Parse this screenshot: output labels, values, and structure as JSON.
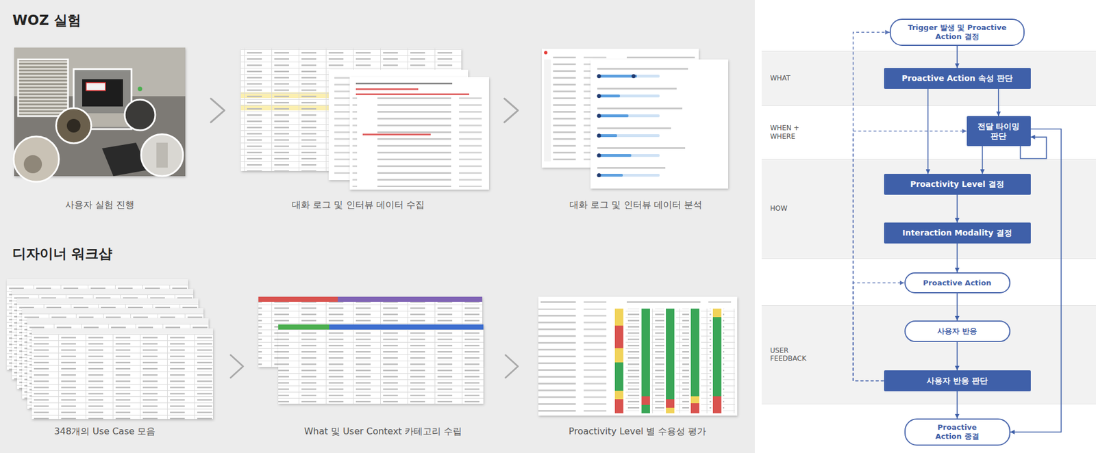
{
  "diagram": {
    "nodes": [
      {
        "text": [
          "Trigger 발생 및 Proactive Action 결정"
        ]
      },
      {
        "text": [
          "WHAT"
        ]
      },
      {
        "text": [
          "Proactive Action 속성 판단"
        ]
      },
      {
        "text": [
          "WHEN + WHERE"
        ]
      },
      {
        "text": [
          "전달 타이밍 판단"
        ]
      },
      {
        "text": [
          "HOW"
        ]
      },
      {
        "text": [
          "Proactivity Level 결정"
        ]
      },
      {
        "text": [
          "Interaction Modality 결정"
        ]
      },
      {
        "text": [
          "Proactive Action"
        ]
      },
      {
        "text": [
          "USER FEEDBACK"
        ]
      },
      {
        "text": [
          "사용자 반응"
        ]
      },
      {
        "text": [
          "사용자 반응 판단"
        ]
      },
      {
        "text": [
          "Proactive Action 종결"
        ]
      }
    ],
    "edges": [
      {
        "from": 0,
        "to": 2,
        "arrow": "to"
      },
      {
        "from": 2,
        "to": 4,
        "arrow": "to"
      },
      {
        "from": 2,
        "to": 6,
        "arrow": "to"
      },
      {
        "from": 4,
        "to": 6,
        "arrow": "to"
      },
      {
        "from": 6,
        "to": 7,
        "arrow": "to"
      },
      {
        "from": 7,
        "to": 8,
        "arrow": "to"
      },
      {
        "from": 8,
        "to": 10,
        "arrow": "to"
      },
      {
        "from": 10,
        "to": 11,
        "arrow": "to"
      },
      {
        "from": 11,
        "to": 12,
        "arrow": "to"
      },
      {
        "from": 4,
        "to": 12,
        "arrow": "to"
      },
      {
        "from": 4,
        "to": 4,
        "arrow": "to"
      },
      {
        "from": 11,
        "to": 0,
        "arrow": "to"
      },
      {
        "from": 11,
        "to": 4,
        "arrow": "to"
      },
      {
        "from": 11,
        "to": 8,
        "arrow": "to"
      }
    ],
    "labels": [
      "WOZ 실험",
      "사용자 실험 진행",
      "대화 로그 및 인터뷰 데이터 수집",
      "대화 로그 및 인터뷰 데이터 분석",
      "디자이너 워크샵",
      "348개의 Use Case 모음",
      "What 및 User Context 카테고리 수립",
      "Proactivity Level 별 수용성 평가"
    ]
  }
}
